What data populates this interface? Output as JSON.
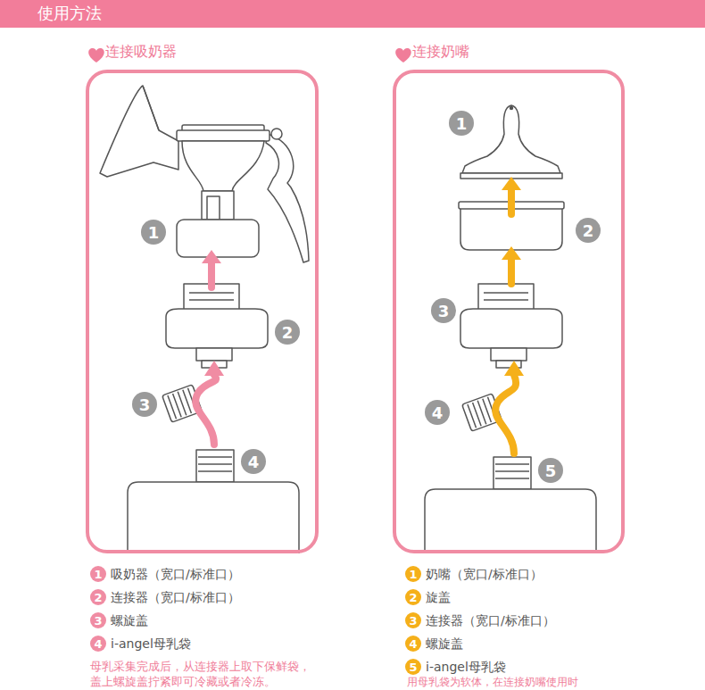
{
  "diagram": {
    "title": "使用方法",
    "nodes": [
      {
        "text": [
          "连接吸奶器"
        ]
      },
      {
        "text": [
          "连接奶嘴"
        ]
      }
    ],
    "labels": [
      "1",
      "2",
      "3",
      "4",
      "1",
      "2",
      "3",
      "4",
      "5",
      "1",
      "吸奶器（宽口/标准口）",
      "2",
      "连接器（宽口/标准口）",
      "3",
      "螺旋盖",
      "4",
      "i-angel母乳袋",
      "1",
      "奶嘴（宽口/标准口）",
      "2",
      "旋盖",
      "3",
      "连接器（宽口/标准口）",
      "4",
      "螺旋盖",
      "5",
      "i-angel母乳袋",
      "母乳采集完成后，从连接器上取下保鲜袋，盖上螺旋盖拧紧即可冷藏或者冷冻。",
      "用母乳袋为软体，在连接奶嘴使用时"
    ]
  }
}
